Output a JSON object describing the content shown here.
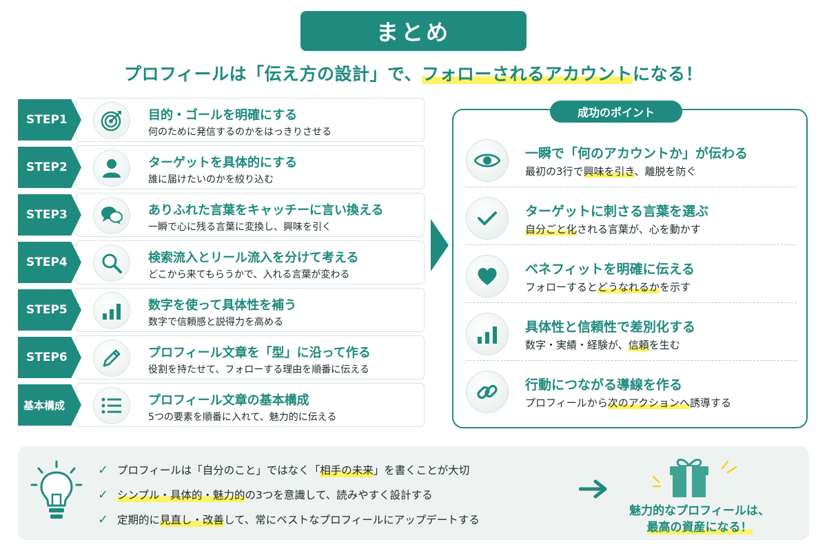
{
  "header": {
    "title": "まとめ",
    "subtitle_plain": "プロフィールは「伝え方の設計」で、",
    "subtitle_highlight": "フォローされるアカウント",
    "subtitle_end": "になる！"
  },
  "steps": [
    {
      "tag": "STEP1",
      "icon": "target-icon",
      "title": "目的・ゴールを明確にする",
      "desc": "何のために発信するのかをはっきりさせる"
    },
    {
      "tag": "STEP2",
      "icon": "user-icon",
      "title": "ターゲットを具体的にする",
      "desc": "誰に届けたいのかを絞り込む"
    },
    {
      "tag": "STEP3",
      "icon": "speech-bubbles-icon",
      "title": "ありふれた言葉をキャッチーに言い換える",
      "desc": "一瞬で心に残る言葉に変換し、興味を引く"
    },
    {
      "tag": "STEP4",
      "icon": "search-icon",
      "title": "検索流入とリール流入を分けて考える",
      "desc": "どこから来てもらうかで、入れる言葉が変わる"
    },
    {
      "tag": "STEP5",
      "icon": "bar-chart-icon",
      "title": "数字を使って具体性を補う",
      "desc": "数字で信頼感と説得力を高める"
    },
    {
      "tag": "STEP6",
      "icon": "pencil-icon",
      "title": "プロフィール文章を「型」に沿って作る",
      "desc": "役割を持たせて、フォローする理由を順番に伝える"
    },
    {
      "tag": "基本構成",
      "icon": "list-icon",
      "title": "プロフィール文章の基本構成",
      "desc": "5つの要素を順番に入れて、魅力的に伝える"
    }
  ],
  "points": {
    "label": "成功のポイント",
    "items": [
      {
        "icon": "eye-icon",
        "title": "一瞬で「何のアカウントか」が伝わる",
        "desc_pre": "最初の3行で",
        "desc_hl": "興味を引き",
        "desc_post": "、離脱を防ぐ"
      },
      {
        "icon": "check-icon",
        "title": "ターゲットに刺さる言葉を選ぶ",
        "desc_pre": "",
        "desc_hl": "自分ごと化",
        "desc_post": "される言葉が、心を動かす"
      },
      {
        "icon": "heart-icon",
        "title": "ベネフィットを明確に伝える",
        "desc_pre": "フォローすると",
        "desc_hl": "どうなれるか",
        "desc_post": "を示す"
      },
      {
        "icon": "bar-chart-icon",
        "title": "具体性と信頼性で差別化する",
        "desc_pre": "数字・実績・経験が、",
        "desc_hl": "信頼",
        "desc_post": "を生む"
      },
      {
        "icon": "link-icon",
        "title": "行動につながる導線を作る",
        "desc_pre": "プロフィールから",
        "desc_hl": "次のアクションへ",
        "desc_post": "誘導する"
      }
    ]
  },
  "tips": [
    {
      "pre": "プロフィールは「自分のこと」ではなく「",
      "hl": "相手の未来",
      "post": "」を書くことが大切"
    },
    {
      "pre": "",
      "hl": "シンプル・具体的・魅力的",
      "post": "の3つを意識して、読みやすく設計する"
    },
    {
      "pre": "定期的に",
      "hl": "見直し・改善",
      "post": "して、常にベストなプロフィールにアップデートする"
    }
  ],
  "final": {
    "line1": "魅力的なプロフィールは、",
    "line2": "最高の資産になる！"
  },
  "colors": {
    "accent": "#1f8a7e",
    "highlight": "#fff263"
  }
}
